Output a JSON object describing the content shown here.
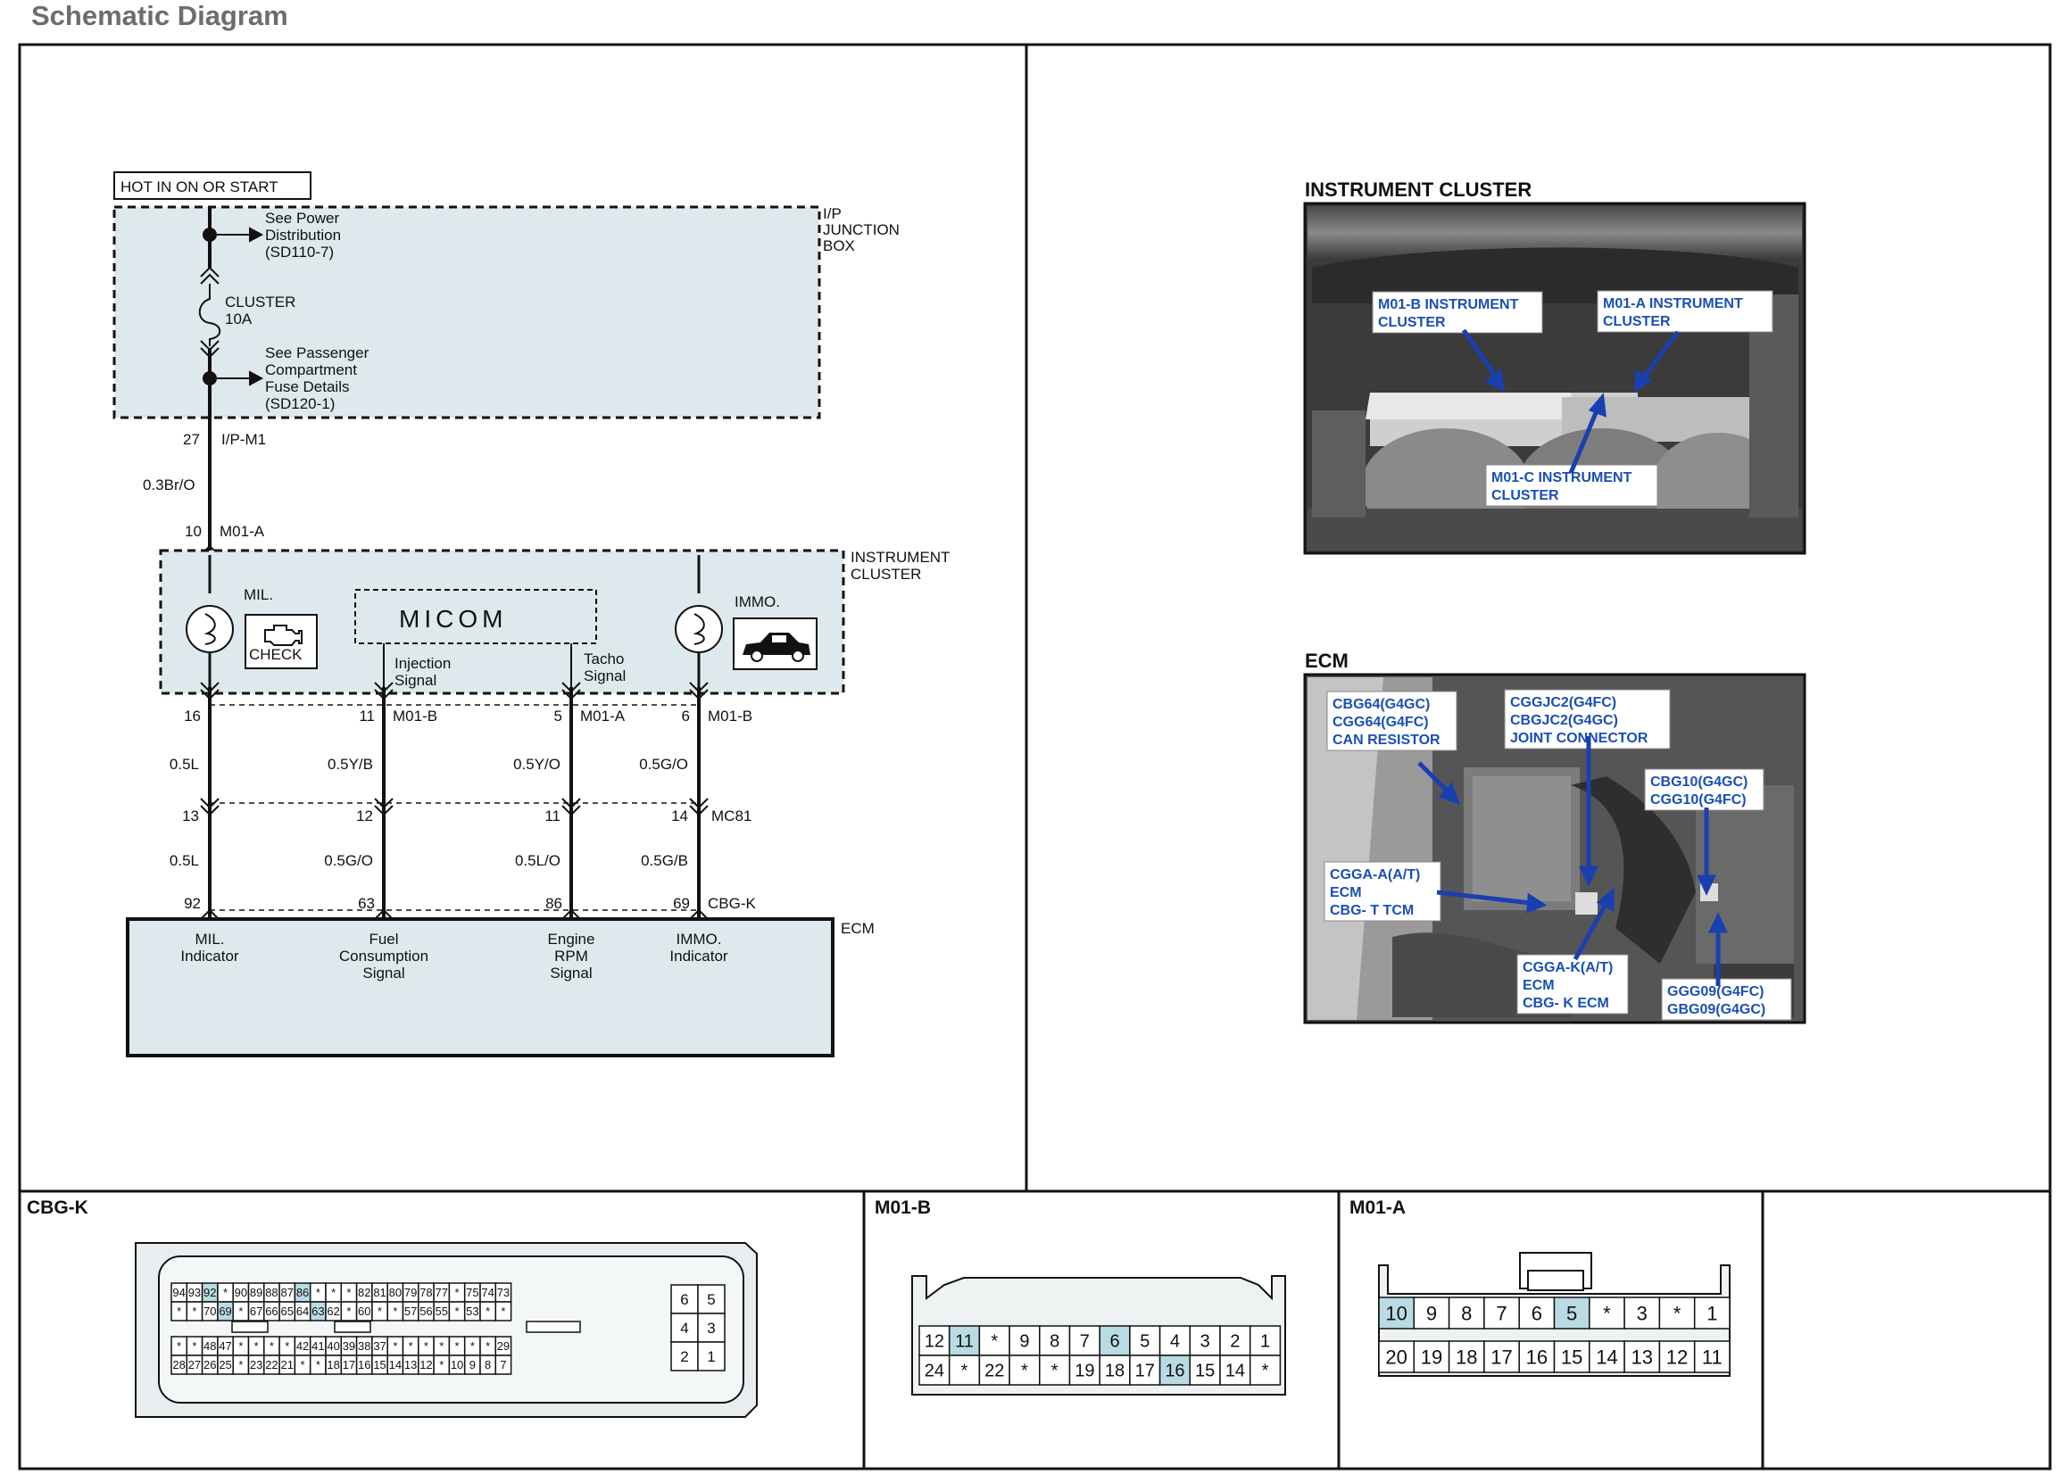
{
  "page": {
    "heading": "Schematic Diagram"
  },
  "schematic": {
    "hot_label": "HOT IN ON OR START",
    "ip_box": {
      "label_lines": [
        "I/P",
        "JUNCTION",
        "BOX"
      ]
    },
    "power_ref": [
      "See Power",
      "Distribution",
      "(SD110-7)"
    ],
    "fuse": {
      "name": "CLUSTER",
      "rating": "10A"
    },
    "passenger_ref": [
      "See Passenger",
      "Compartment",
      "Fuse Details",
      "(SD120-1)"
    ],
    "ipm1": {
      "pin": "27",
      "connector": "I/P-M1",
      "wire": "0.3Br/O"
    },
    "cluster_in": {
      "pin": "10",
      "connector": "M01-A"
    },
    "cluster_box": {
      "label_lines": [
        "INSTRUMENT",
        "CLUSTER"
      ]
    },
    "mil": {
      "label": "MIL.",
      "check": "CHECK"
    },
    "micom": "MICOM",
    "injection": [
      "Injection",
      "Signal"
    ],
    "tacho": [
      "Tacho",
      "Signal"
    ],
    "immo": "IMMO.",
    "columns": [
      {
        "pin1": "16",
        "conn1": "",
        "wire1": "0.5L",
        "pin2": "13",
        "conn2": "",
        "wire2": "0.5L",
        "ecm_pin": "92",
        "ecm_conn": "",
        "ecm_label": [
          "MIL.",
          "Indicator"
        ]
      },
      {
        "pin1": "11",
        "conn1": "M01-B",
        "wire1": "0.5Y/B",
        "pin2": "12",
        "conn2": "",
        "wire2": "0.5G/O",
        "ecm_pin": "63",
        "ecm_conn": "",
        "ecm_label": [
          "Fuel",
          "Consumption",
          "Signal"
        ]
      },
      {
        "pin1": "5",
        "conn1": "M01-A",
        "wire1": "0.5Y/O",
        "pin2": "11",
        "conn2": "",
        "wire2": "0.5L/O",
        "ecm_pin": "86",
        "ecm_conn": "",
        "ecm_label": [
          "Engine",
          "RPM",
          "Signal"
        ]
      },
      {
        "pin1": "6",
        "conn1": "M01-B",
        "wire1": "0.5G/O",
        "pin2": "14",
        "conn2": "MC81",
        "wire2": "0.5G/B",
        "ecm_pin": "69",
        "ecm_conn": "CBG-K",
        "ecm_label": [
          "IMMO.",
          "Indicator"
        ]
      }
    ],
    "ecm": "ECM"
  },
  "photos": {
    "cluster": {
      "title": "INSTRUMENT CLUSTER",
      "labels": [
        [
          "M01-B INSTRUMENT",
          "CLUSTER"
        ],
        [
          "M01-A INSTRUMENT",
          "CLUSTER"
        ],
        [
          "M01-C INSTRUMENT",
          "CLUSTER"
        ]
      ]
    },
    "ecm": {
      "title": "ECM",
      "labels": [
        [
          "CBG64(G4GC)",
          "CGG64(G4FC)",
          "CAN RESISTOR"
        ],
        [
          "CGGJC2(G4FC)",
          "CBGJC2(G4GC)",
          "JOINT CONNECTOR"
        ],
        [
          "CBG10(G4GC)",
          "CGG10(G4FC)"
        ],
        [
          "CGGA-A(A/T)",
          "ECM",
          "CBG- T TCM"
        ],
        [
          "CGGA-K(A/T)",
          "ECM",
          "CBG- K ECM"
        ],
        [
          "GGG09(G4FC)",
          "GBG09(G4GC)"
        ]
      ]
    }
  },
  "connectors": {
    "cbgk": {
      "title": "CBG-K",
      "rows": [
        [
          "94",
          "93",
          "92",
          "*",
          "90",
          "89",
          "88",
          "87",
          "86",
          "*",
          "*",
          "*",
          "82",
          "81",
          "80",
          "79",
          "78",
          "77",
          "*",
          "75",
          "74",
          "73"
        ],
        [
          "*",
          "*",
          "70",
          "69",
          "*",
          "67",
          "66",
          "65",
          "64",
          "63",
          "62",
          "*",
          "60",
          "*",
          "*",
          "57",
          "56",
          "55",
          "*",
          "53",
          "*",
          "*"
        ],
        [
          "*",
          "*",
          "48",
          "47",
          "*",
          "*",
          "*",
          "*",
          "42",
          "41",
          "40",
          "39",
          "38",
          "37",
          "*",
          "*",
          "*",
          "*",
          "*",
          "*",
          "*",
          "29"
        ],
        [
          "28",
          "27",
          "26",
          "25",
          "*",
          "23",
          "22",
          "21",
          "*",
          "*",
          "18",
          "17",
          "16",
          "15",
          "14",
          "13",
          "12",
          "*",
          "10",
          "9",
          "8",
          "7"
        ]
      ],
      "side": [
        [
          "6",
          "5"
        ],
        [
          "4",
          "3"
        ],
        [
          "2",
          "1"
        ]
      ],
      "highlight": [
        "92",
        "86",
        "69",
        "63"
      ]
    },
    "m01b": {
      "title": "M01-B",
      "rows": [
        [
          "12",
          "11",
          "*",
          "9",
          "8",
          "7",
          "6",
          "5",
          "4",
          "3",
          "2",
          "1"
        ],
        [
          "24",
          "*",
          "22",
          "*",
          "*",
          "19",
          "18",
          "17",
          "16",
          "15",
          "14",
          "*"
        ]
      ],
      "highlight": [
        "11",
        "6",
        "16"
      ]
    },
    "m01a": {
      "title": "M01-A",
      "rows": [
        [
          "10",
          "9",
          "8",
          "7",
          "6",
          "5",
          "*",
          "3",
          "*",
          "1"
        ],
        [
          "20",
          "19",
          "18",
          "17",
          "16",
          "15",
          "14",
          "13",
          "12",
          "11"
        ]
      ],
      "highlight": [
        "10",
        "5"
      ]
    }
  },
  "colors": {
    "box_fill": "#dde9ec",
    "pin_highlight": "#b9dbe3",
    "photo_label": "#1a4fb5",
    "line": "#111111"
  }
}
